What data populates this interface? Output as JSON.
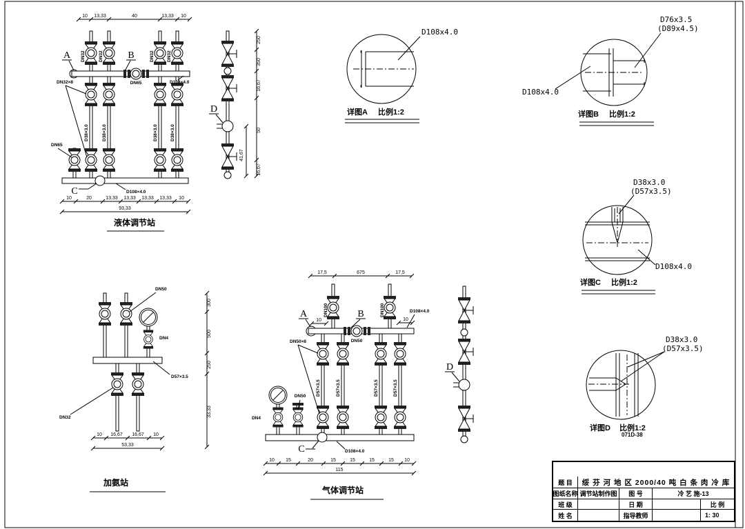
{
  "stations": {
    "liquid": {
      "title": "液体调节站",
      "point_a": "A",
      "point_b": "B",
      "point_c": "C",
      "point_d": "D",
      "valve_group": "DN32×8",
      "top_valve": "DN32",
      "union_label": "DN65",
      "side_valve": "DN65",
      "header_label": "D108×4.0",
      "bottom_header_label": "D108×4.0",
      "riser_label": "D38×3.0",
      "dims_top": [
        "10",
        "13,33",
        "40",
        "13,33",
        "10"
      ],
      "dims_bottom": [
        "10",
        "20",
        "13,33",
        "13,33",
        "13,33",
        "13,33",
        "10"
      ],
      "dim_total": "93,33",
      "side_dims": [
        "250",
        "350",
        "16,67",
        "50",
        "16,67"
      ],
      "side_dim_inner": "41,67"
    },
    "ammonia": {
      "title": "加氨站",
      "valve_dn50": "DN50",
      "valve_dn4": "DN4",
      "header_label": "D57×3.5",
      "valve_dn32": "DN32",
      "dims_right": [
        "300",
        "500",
        "250",
        "33,33"
      ],
      "dims_bottom": [
        "10",
        "16,67",
        "16,67",
        "10"
      ],
      "dim_total": "53,33"
    },
    "gas": {
      "title": "气体调节站",
      "point_a": "A",
      "point_b": "B",
      "point_c": "C",
      "point_d": "D",
      "valve_group": "DN50×8",
      "top_valve": "DN100",
      "union_label": "DN50",
      "gauge_valve": "DN4",
      "charge_valve": "DN50",
      "header_label": "D108×4.0",
      "bottom_header_label": "D108×4.0",
      "riser_label": "D57×3.5",
      "dims_top": [
        "17,5",
        "675",
        "17,5"
      ],
      "dims_header": [
        "10",
        "10"
      ],
      "dims_bottom": [
        "10",
        "15",
        "20",
        "15",
        "15",
        "15",
        "15",
        "10"
      ],
      "dim_total": "115"
    }
  },
  "details": {
    "a": {
      "caption": "详图A",
      "scale": "比例1:2",
      "label_main": "D108x4.0"
    },
    "b": {
      "caption": "详图B",
      "scale": "比例1:2",
      "label_small": "D76x3.5",
      "label_small2": "(D89x4.5)",
      "label_main": "D108x4.0"
    },
    "c": {
      "caption": "详图C",
      "scale": "比例1:2",
      "label_branch": "D38x3.0",
      "label_branch2": "(D57x3.5)",
      "label_main": "D108x4.0"
    },
    "d": {
      "caption": "详图D",
      "scale": "比例1:2",
      "label_branch": "D38x3.0",
      "label_branch2": "(D57x3.5)",
      "note": "071D-38"
    }
  },
  "title_block": {
    "field_title_label": "题 目",
    "field_title_value": "绥 芬 河 地 区 2000/40 吨 白 条 肉 冷 库",
    "field_drawing_name_label": "图纸名称",
    "field_drawing_name_value": "调节站制作图",
    "field_drawing_no_label": "图 号",
    "field_drawing_no_value": "冷 艺 施-13",
    "field_class_label": "班 级",
    "field_date_label": "日 期",
    "field_scale_label": "比 例",
    "field_name_label": "姓 名",
    "field_advisor_label": "指导教师",
    "field_scale_value": "1: 30"
  }
}
